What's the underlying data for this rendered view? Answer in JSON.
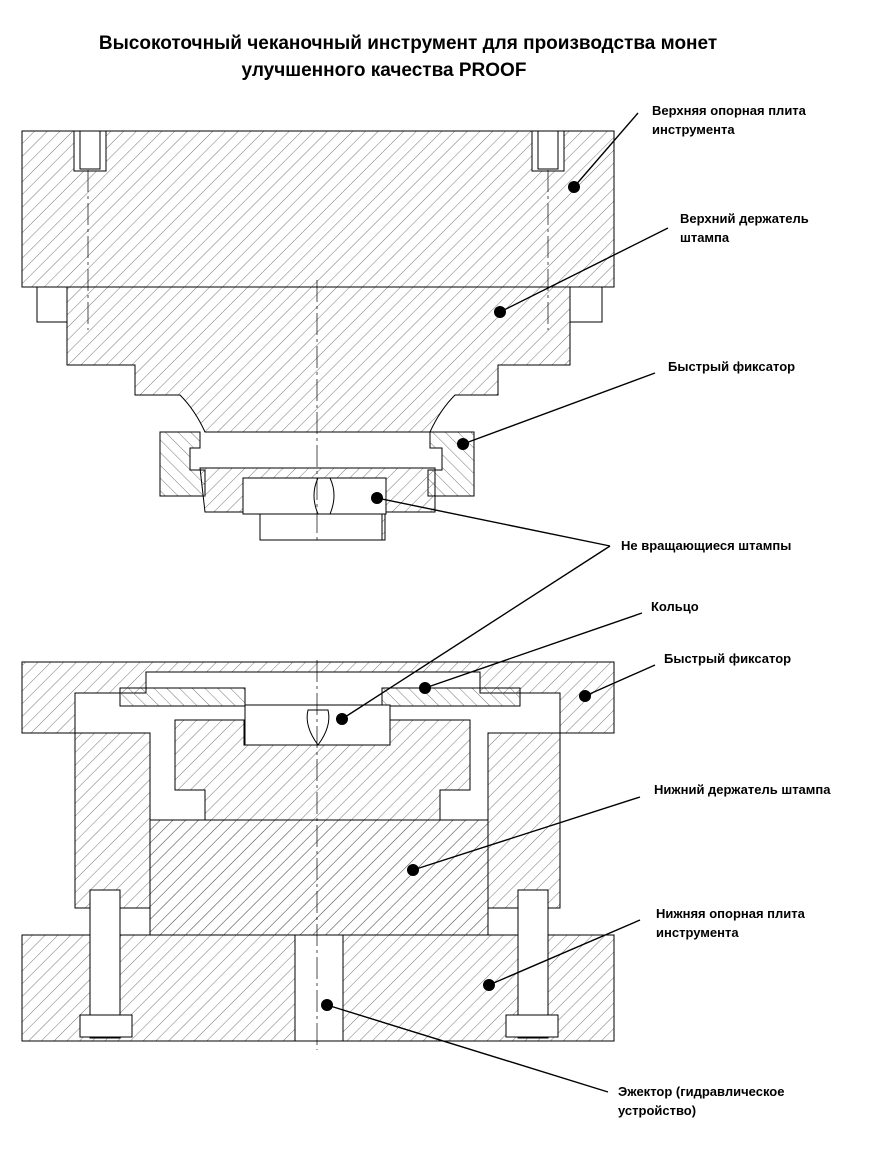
{
  "title": {
    "line1": "Высокоточный чеканочный инструмент для производства монет",
    "line2": "улучшенного качества PROOF"
  },
  "labels": {
    "upper_plate": [
      "Верхняя опорная плита",
      "инструмента"
    ],
    "upper_holder": [
      "Верхний держатель",
      "штампа"
    ],
    "quick_lock_top": "Быстрый фиксатор",
    "dies": "Не вращающиеся штампы",
    "ring": "Кольцо",
    "quick_lock_bottom": "Быстрый фиксатор",
    "lower_holder": "Нижний  держатель штампа",
    "lower_plate": [
      "Нижняя опорная плита",
      "инструмента"
    ],
    "ejector": [
      "Эжектор (гидравлическое",
      "устройство)"
    ]
  },
  "colors": {
    "line": "#000000",
    "hatch": "#555555",
    "background": "#ffffff"
  }
}
